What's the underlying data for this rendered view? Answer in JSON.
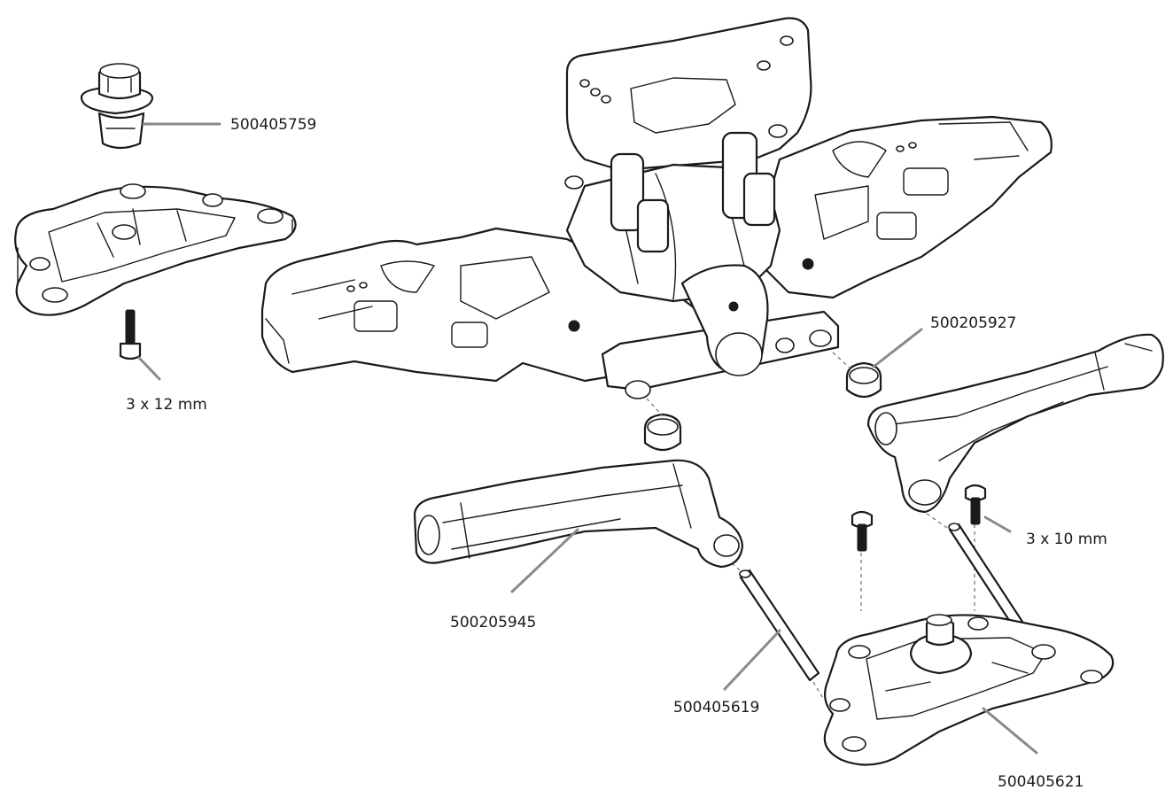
{
  "labels": {
    "p500405759": "500405759",
    "screw_3x12": "3 x 12 mm",
    "p500205927": "500205927",
    "screw_3x10": "3 x 10 mm",
    "p500205945": "500205945",
    "p500405619": "500405619",
    "p500405621": "500405621"
  },
  "colors": {
    "line": "#1a1a1a",
    "leader": "#8a8a8a",
    "background": "#ffffff"
  }
}
